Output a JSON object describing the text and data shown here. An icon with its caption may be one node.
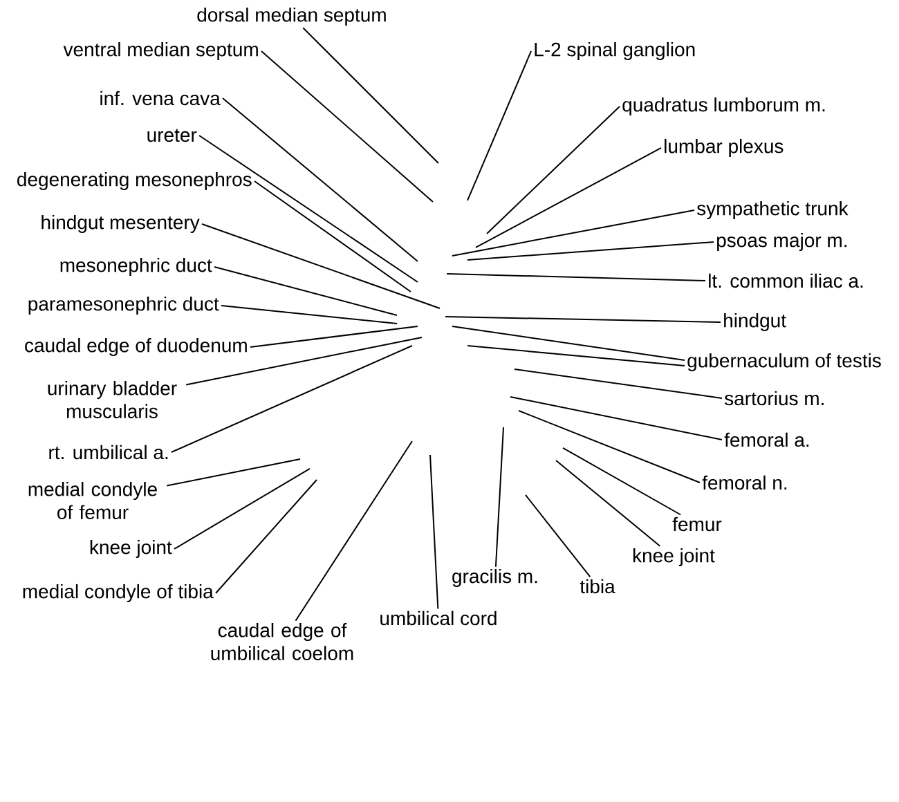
{
  "diagram": {
    "nodes": [
      {
        "text": [
          "dorsal median septum"
        ]
      },
      {
        "text": [
          "ventral median septum"
        ]
      },
      {
        "text": [
          "inf. vena cava"
        ]
      },
      {
        "text": [
          "ureter"
        ]
      },
      {
        "text": [
          "degenerating mesonephros"
        ]
      },
      {
        "text": [
          "hindgut mesentery"
        ]
      },
      {
        "text": [
          "mesonephric duct"
        ]
      },
      {
        "text": [
          "paramesonephric duct"
        ]
      },
      {
        "text": [
          "caudal edge of duodenum"
        ]
      },
      {
        "text": [
          "urinary bladder muscularis"
        ]
      },
      {
        "text": [
          "rt. umbilical a."
        ]
      },
      {
        "text": [
          "medial condyle of femur"
        ]
      },
      {
        "text": [
          "knee joint"
        ]
      },
      {
        "text": [
          "medial condyle of tibia"
        ]
      },
      {
        "text": [
          "caudal edge of umbilical coelom"
        ]
      },
      {
        "text": [
          "umbilical cord"
        ]
      },
      {
        "text": [
          "L-2 spinal ganglion"
        ]
      },
      {
        "text": [
          "quadratus lumborum m."
        ]
      },
      {
        "text": [
          "lumbar plexus"
        ]
      },
      {
        "text": [
          "sympathetic trunk"
        ]
      },
      {
        "text": [
          "psoas major m."
        ]
      },
      {
        "text": [
          "lt. common iliac a."
        ]
      },
      {
        "text": [
          "hindgut"
        ]
      },
      {
        "text": [
          "gubernaculum of testis"
        ]
      },
      {
        "text": [
          "sartorius m."
        ]
      },
      {
        "text": [
          "femoral a."
        ]
      },
      {
        "text": [
          "femoral n."
        ]
      },
      {
        "text": [
          "femur"
        ]
      },
      {
        "text": [
          "knee joint"
        ]
      },
      {
        "text": [
          "tibia"
        ]
      },
      {
        "text": [
          "gracilis m."
        ]
      }
    ],
    "edges": [
      {
        "from": 0,
        "to": null,
        "arrow": "none"
      },
      {
        "from": 1,
        "to": null,
        "arrow": "none"
      },
      {
        "from": 2,
        "to": null,
        "arrow": "none"
      },
      {
        "from": 3,
        "to": null,
        "arrow": "none"
      },
      {
        "from": 4,
        "to": null,
        "arrow": "none"
      },
      {
        "from": 5,
        "to": null,
        "arrow": "none"
      },
      {
        "from": 6,
        "to": null,
        "arrow": "none"
      },
      {
        "from": 7,
        "to": null,
        "arrow": "none"
      },
      {
        "from": 8,
        "to": null,
        "arrow": "none"
      },
      {
        "from": 9,
        "to": null,
        "arrow": "none"
      },
      {
        "from": 10,
        "to": null,
        "arrow": "none"
      },
      {
        "from": 11,
        "to": null,
        "arrow": "none"
      },
      {
        "from": 12,
        "to": null,
        "arrow": "none"
      },
      {
        "from": 13,
        "to": null,
        "arrow": "none"
      },
      {
        "from": 14,
        "to": null,
        "arrow": "none"
      },
      {
        "from": 15,
        "to": null,
        "arrow": "none"
      },
      {
        "from": 16,
        "to": null,
        "arrow": "none"
      },
      {
        "from": 17,
        "to": null,
        "arrow": "none"
      },
      {
        "from": 18,
        "to": null,
        "arrow": "none"
      },
      {
        "from": 19,
        "to": null,
        "arrow": "none"
      },
      {
        "from": 20,
        "to": null,
        "arrow": "none"
      },
      {
        "from": 21,
        "to": null,
        "arrow": "none"
      },
      {
        "from": 22,
        "to": null,
        "arrow": "none"
      },
      {
        "from": 23,
        "to": null,
        "arrow": "none"
      },
      {
        "from": 23,
        "to": null,
        "arrow": "none"
      },
      {
        "from": 24,
        "to": null,
        "arrow": "none"
      },
      {
        "from": 25,
        "to": null,
        "arrow": "none"
      },
      {
        "from": 26,
        "to": null,
        "arrow": "none"
      },
      {
        "from": 27,
        "to": null,
        "arrow": "none"
      },
      {
        "from": 28,
        "to": null,
        "arrow": "none"
      },
      {
        "from": 29,
        "to": null,
        "arrow": "none"
      },
      {
        "from": 30,
        "to": null,
        "arrow": "none"
      }
    ]
  }
}
